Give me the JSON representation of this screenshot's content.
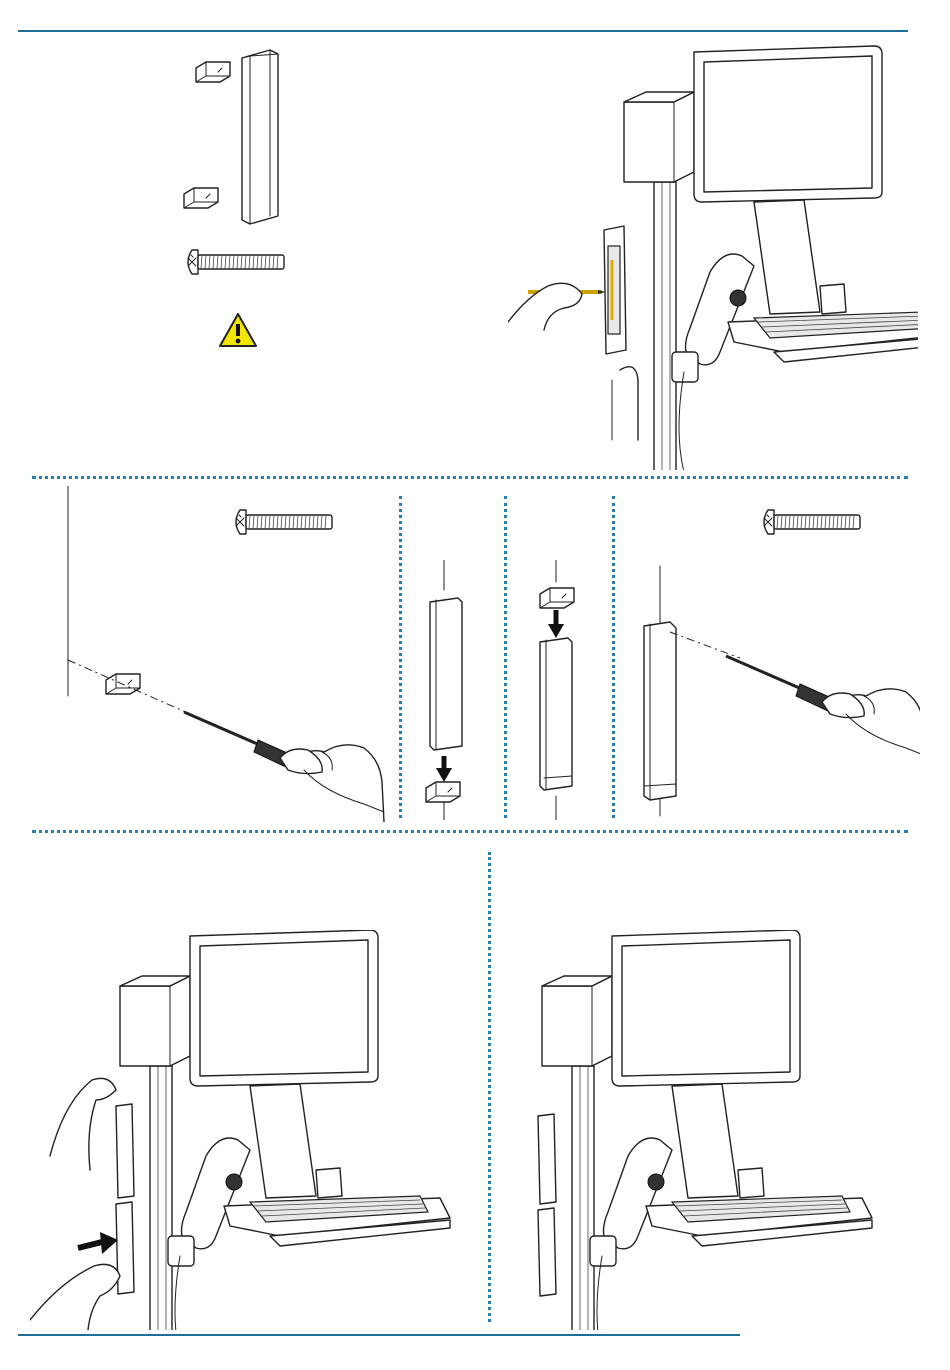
{
  "page": {
    "rule_color": "#1f6f99",
    "divider_color": "#2a7fb0",
    "warning_color": "#f2e600"
  },
  "icons": {
    "warning": "warning-triangle-icon",
    "screw": "phillips-screw-icon",
    "arrow": "push-arrow-icon"
  },
  "steps": [
    {
      "id": "parts",
      "content": [
        "wall-clip-top",
        "wall-clip-bottom",
        "cable-cover",
        "screw",
        "warning"
      ]
    },
    {
      "id": "mark-holes",
      "content": [
        "workstation",
        "cable-cover",
        "hand-pencil"
      ]
    },
    {
      "id": "attach-clip",
      "content": [
        "screw",
        "clip",
        "screwdriver"
      ]
    },
    {
      "id": "insert-bottom",
      "content": [
        "cover",
        "arrow-down",
        "clip"
      ]
    },
    {
      "id": "insert-top",
      "content": [
        "clip",
        "arrow-down",
        "cover"
      ]
    },
    {
      "id": "secure-top",
      "content": [
        "screw",
        "cover",
        "screwdriver"
      ]
    },
    {
      "id": "route-cables",
      "content": [
        "workstation",
        "covers",
        "hands",
        "arrow-right"
      ]
    },
    {
      "id": "finished",
      "content": [
        "workstation",
        "covers"
      ]
    }
  ]
}
